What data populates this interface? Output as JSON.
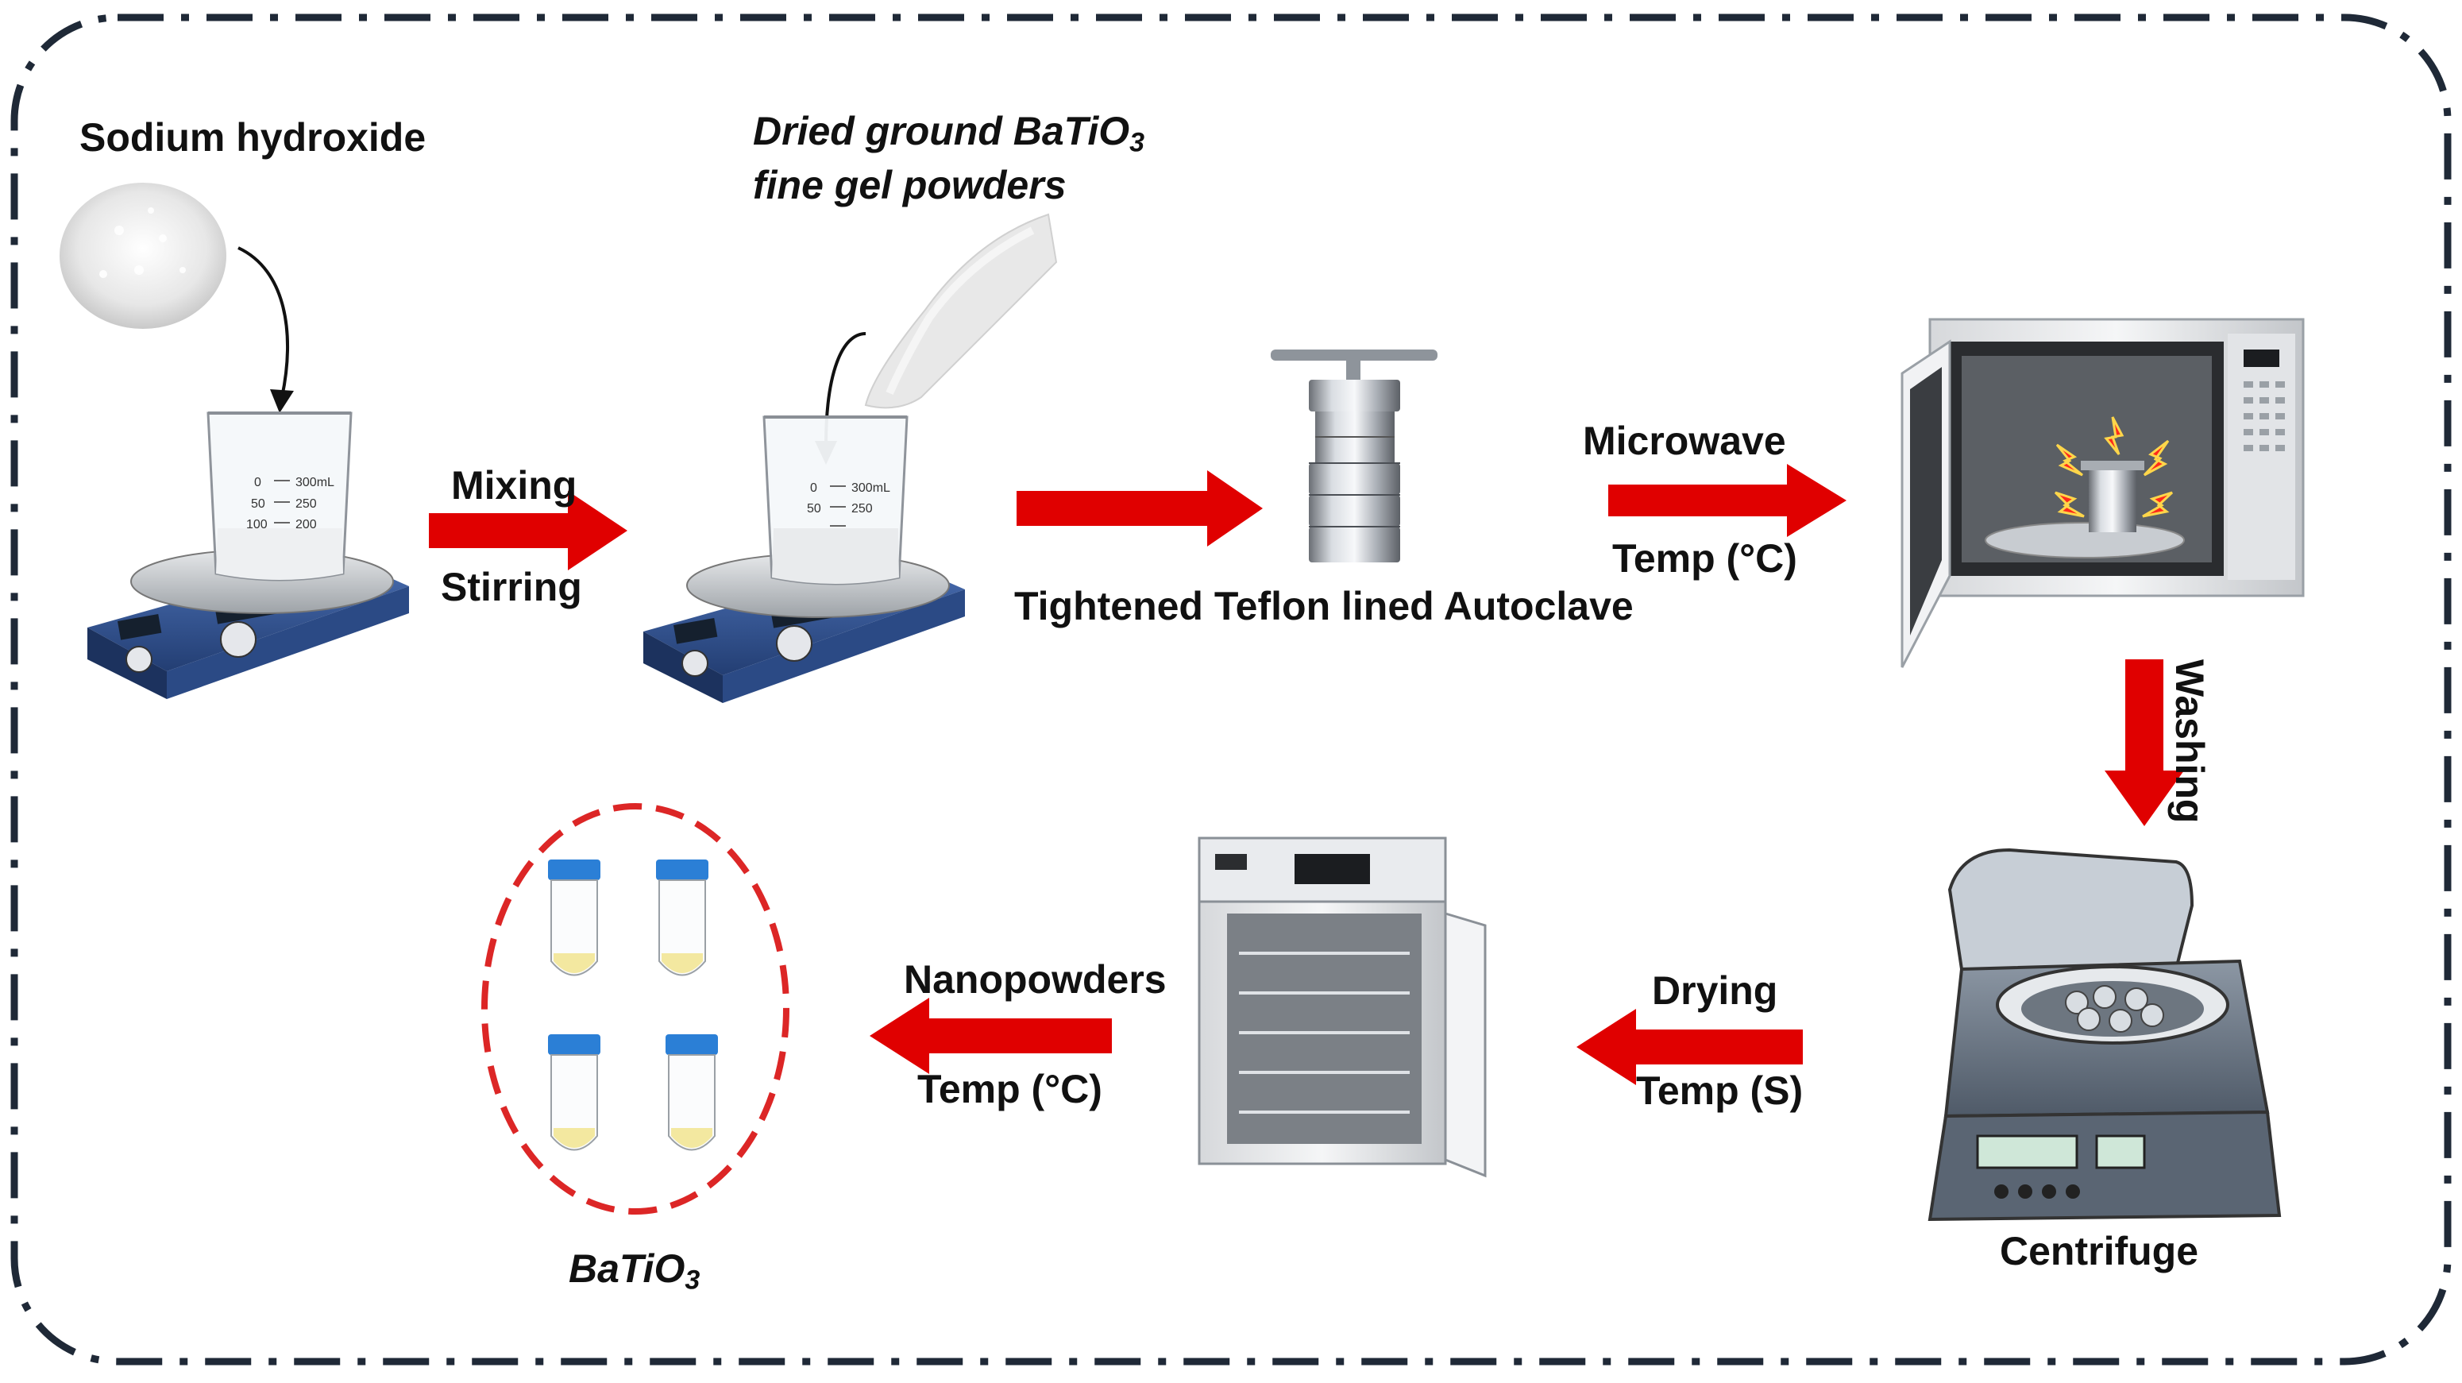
{
  "labels": {
    "sodium_hydroxide": "Sodium hydroxide",
    "dried_powder_line1_prefix": "Dried ground BaTiO",
    "dried_powder_line1_sub": "3",
    "dried_powder_line2": "fine gel powders",
    "mixing": "Mixing",
    "stirring": "Stirring",
    "autoclave": "Tightened Teflon lined Autoclave",
    "microwave": "Microwave",
    "temp_microwave": "Temp (°C)",
    "washing": "Washing",
    "centrifuge": "Centrifuge",
    "drying": "Drying",
    "temp_drying": "Temp (S)",
    "nanopowders": "Nanopowders",
    "temp_nano": "Temp (°C)",
    "product_prefix": "BaTiO",
    "product_sub": "3"
  },
  "beaker_marks": {
    "top": [
      "0",
      "300mL"
    ],
    "mid": [
      "50",
      "250"
    ],
    "bot": [
      "100",
      "200"
    ]
  },
  "colors": {
    "arrow": "#e00000",
    "border": "#1f2937",
    "product_ring": "#dc2626",
    "tube_cap": "#2b7fd6",
    "tube_liquid": "#f3e8a0",
    "text": "#111111"
  },
  "icons": [
    "powder-pile-icon",
    "stirrer-beaker-icon",
    "autoclave-icon",
    "microwave-oven-icon",
    "centrifuge-icon",
    "drying-oven-icon",
    "tube-icon"
  ]
}
